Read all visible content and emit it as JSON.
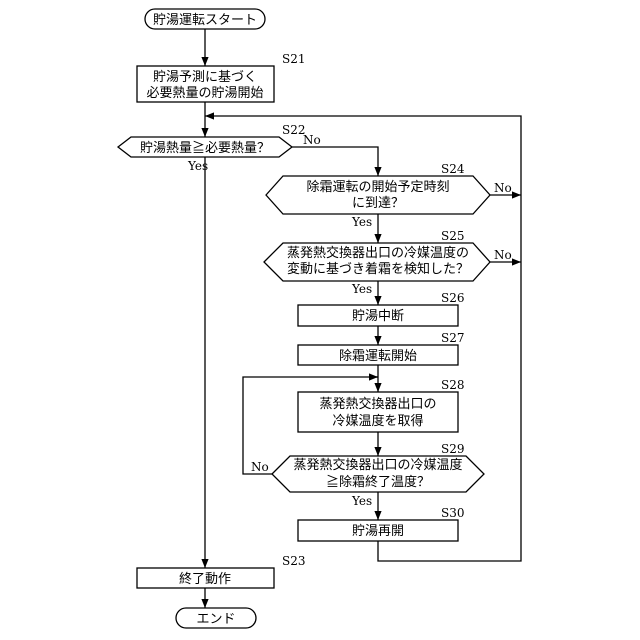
{
  "flowchart": {
    "start": "貯湯運転スタート",
    "end": "エンド",
    "steps": {
      "s21": {
        "id": "S21",
        "line1": "貯湯予測に基づく",
        "line2": "必要熱量の貯湯開始"
      },
      "s22": {
        "id": "S22",
        "line1": "貯湯熱量≧必要熱量？"
      },
      "s24": {
        "id": "S24",
        "line1": "除霜運転の開始予定時刻",
        "line2": "に到達？"
      },
      "s25": {
        "id": "S25",
        "line1": "蒸発熱交換器出口の冷媒温度の",
        "line2": "変動に基づき着霜を検知した？"
      },
      "s26": {
        "id": "S26",
        "line1": "貯湯中断"
      },
      "s27": {
        "id": "S27",
        "line1": "除霜運転開始"
      },
      "s28": {
        "id": "S28",
        "line1": "蒸発熱交換器出口の",
        "line2": "冷媒温度を取得"
      },
      "s29": {
        "id": "S29",
        "line1": "蒸発熱交換器出口の冷媒温度",
        "line2": "≧除霜終了温度？"
      },
      "s30": {
        "id": "S30",
        "line1": "貯湯再開"
      },
      "s23": {
        "id": "S23",
        "line1": "終了動作"
      }
    },
    "branches": {
      "s22_no": "No",
      "s22_yes": "Yes",
      "s24_no": "No",
      "s24_yes": "Yes",
      "s25_no": "No",
      "s25_yes": "Yes",
      "s29_no": "No",
      "s29_yes": "Yes"
    }
  }
}
